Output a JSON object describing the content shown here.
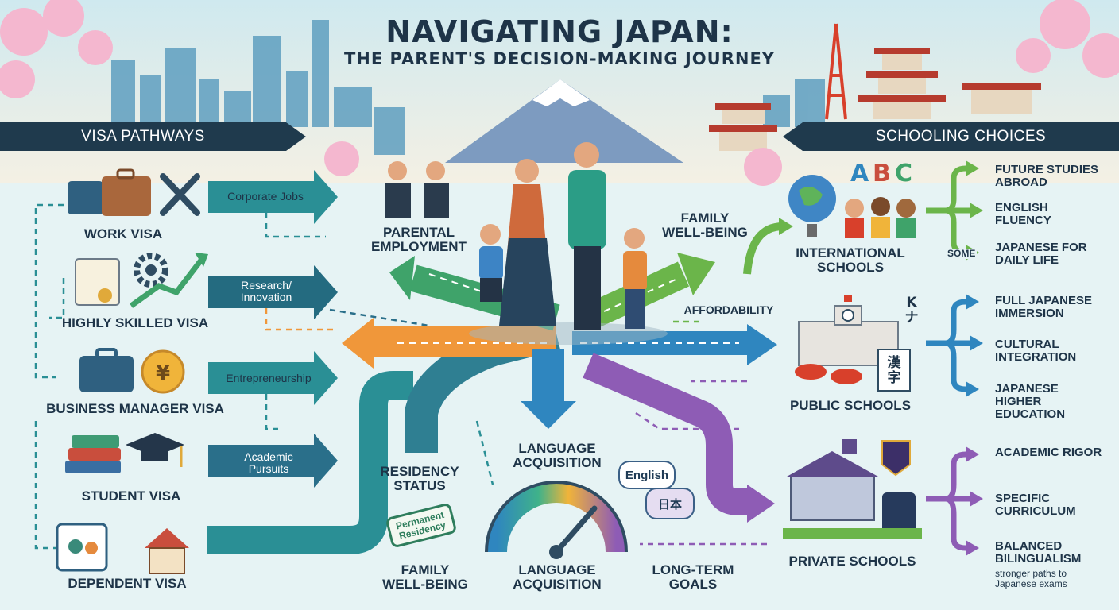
{
  "title": "Navigating Japan:",
  "subtitle": "The Parent's Decision-Making Journey",
  "left_banner": "Visa Pathways",
  "right_banner": "Schooling Choices",
  "visas": [
    {
      "label": "Work Visa",
      "arrow": "Corporate Jobs"
    },
    {
      "label": "Highly Skilled Visa",
      "arrow": "Research/ Innovation"
    },
    {
      "label": "Business Manager Visa",
      "arrow": "Entrepreneurship"
    },
    {
      "label": "Student Visa",
      "arrow": "Academic Pursuits"
    },
    {
      "label": "Dependent Visa",
      "arrow": ""
    }
  ],
  "center": {
    "parental_employment": "Parental Employment",
    "family_wellbeing_top": "Family Well-Being",
    "affordability": "Affordability",
    "residency_status": "Residency Status",
    "language_acquisition_top": "Language Acquisition",
    "family_wellbeing_bottom": "Family Well-Being",
    "language_acquisition_bottom": "Language Acquisition",
    "long_term_goals": "Long-Term Goals",
    "stamp": "Permanent Residency",
    "bubble_en": "English",
    "bubble_jp": "日本"
  },
  "schools": [
    {
      "label": "International Schools",
      "color": "#6bb54a",
      "outcomes": [
        "Future Studies Abroad",
        "English Fluency",
        "Japanese for Daily Life"
      ],
      "tag": "Some"
    },
    {
      "label": "Public Schools",
      "color": "#2f86bf",
      "outcomes": [
        "Full Japanese Immersion",
        "Cultural Integration",
        "Japanese Higher Education"
      ],
      "kanji": "漢字",
      "kana": "K ナ"
    },
    {
      "label": "Private Schools",
      "color": "#8e5cb5",
      "outcomes": [
        "Academic Rigor",
        "Specific Curriculum",
        "Balanced Bilingualism"
      ],
      "note": "stronger paths to Japanese exams"
    }
  ],
  "icons": [
    "suitcase-icon",
    "tools-icon",
    "certificate-icon",
    "gear-icon",
    "briefcase-icon",
    "yen-coin-icon",
    "books-icon",
    "graduation-cap-icon",
    "id-card-icon",
    "house-icon",
    "globe-icon",
    "abc-blocks-icon",
    "school-building-icon",
    "speedometer-icon",
    "mount-fuji-icon",
    "cherry-blossom-icon",
    "tokyo-tower-icon",
    "pagoda-icon",
    "family-icon"
  ],
  "colors": {
    "teal": "#2a8f95",
    "orange": "#f0973a",
    "green": "#6bb54a",
    "blue": "#2f86bf",
    "purple": "#8e5cb5",
    "navy": "#1f3a4d"
  }
}
